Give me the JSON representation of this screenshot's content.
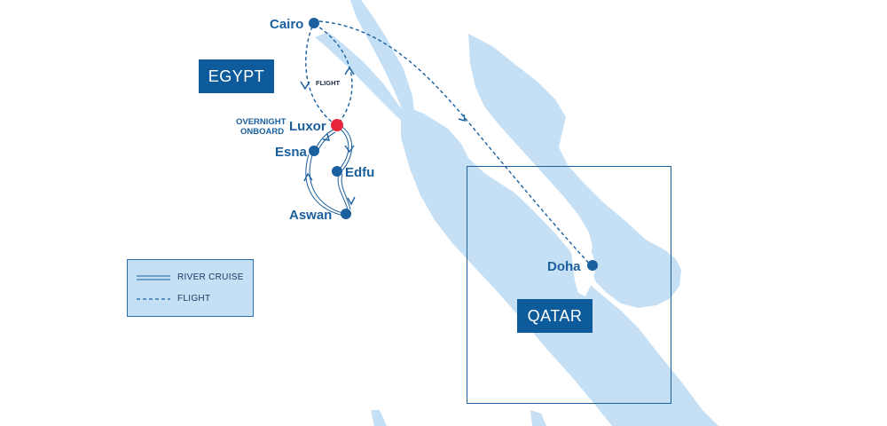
{
  "countries": {
    "egypt": "EGYPT",
    "qatar": "QATAR"
  },
  "cities": {
    "cairo": "Cairo",
    "luxor": "Luxor",
    "esna": "Esna",
    "edfu": "Edfu",
    "aswan": "Aswan",
    "doha": "Doha"
  },
  "annotations": {
    "overnight_line1": "OVERNIGHT",
    "overnight_line2": "ONBOARD",
    "flight": "FLIGHT"
  },
  "legend": {
    "river_cruise": "RIVER CRUISE",
    "flight": "FLIGHT"
  },
  "colors": {
    "water": "#c5dff5",
    "route": "#1a5f9e",
    "highlight_stop": "#e8263a",
    "country_label_bg": "#0d5b9a"
  }
}
